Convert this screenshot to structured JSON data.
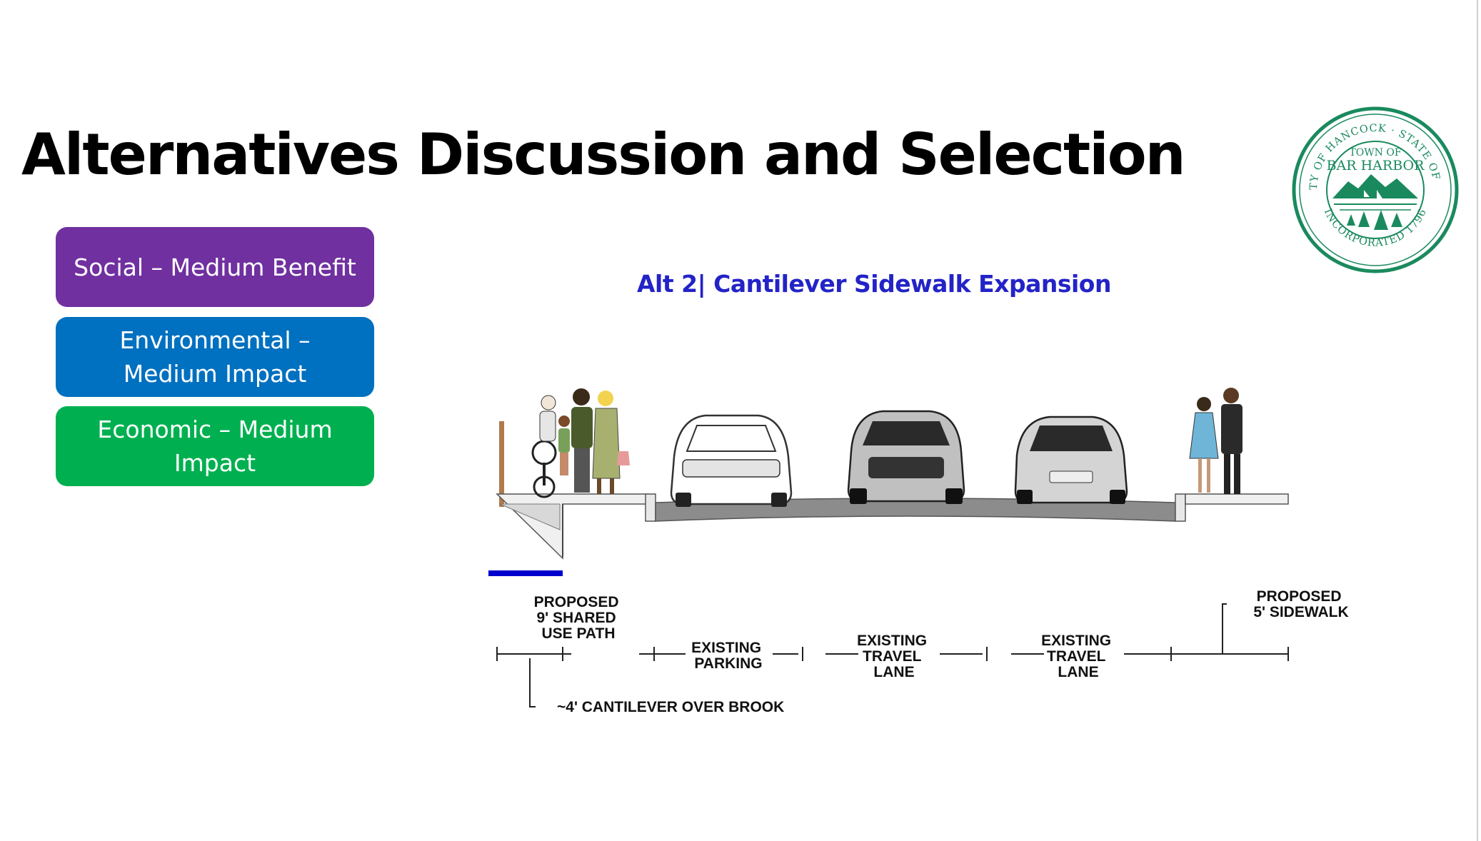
{
  "slide": {
    "title": "Alternatives Discussion and Selection"
  },
  "badges": [
    {
      "lines": [
        "Social – Medium Benefit"
      ],
      "color": "#7030a0"
    },
    {
      "lines": [
        "Environmental –",
        "Medium Impact"
      ],
      "color": "#0070c0"
    },
    {
      "lines": [
        "Economic – Medium",
        "Impact"
      ],
      "color": "#00b050"
    }
  ],
  "alternative": {
    "title": "Alt 2| Cantilever Sidewalk Expansion"
  },
  "seal": {
    "top_text": "COUNTY OF HANCOCK · STATE OF MAINE",
    "bottom_text": "INCORPORATED 1796",
    "line1": "TOWN OF",
    "line2": "BAR HARBOR",
    "color": "#1a8a5e"
  },
  "section_labels": {
    "shared_path": [
      "PROPOSED",
      "9' SHARED",
      "USE PATH"
    ],
    "parking": [
      "EXISTING",
      "PARKING"
    ],
    "travel_lane_1": [
      "EXISTING",
      "TRAVEL",
      "LANE"
    ],
    "travel_lane_2": [
      "EXISTING",
      "TRAVEL",
      "LANE"
    ],
    "sidewalk": [
      "PROPOSED",
      "5' SIDEWALK"
    ],
    "cantilever": "~4' CANTILEVER OVER BROOK"
  },
  "colors": {
    "water": "#0000cc",
    "pavement": "#8c8c8c",
    "rail": "#b07a4a"
  }
}
